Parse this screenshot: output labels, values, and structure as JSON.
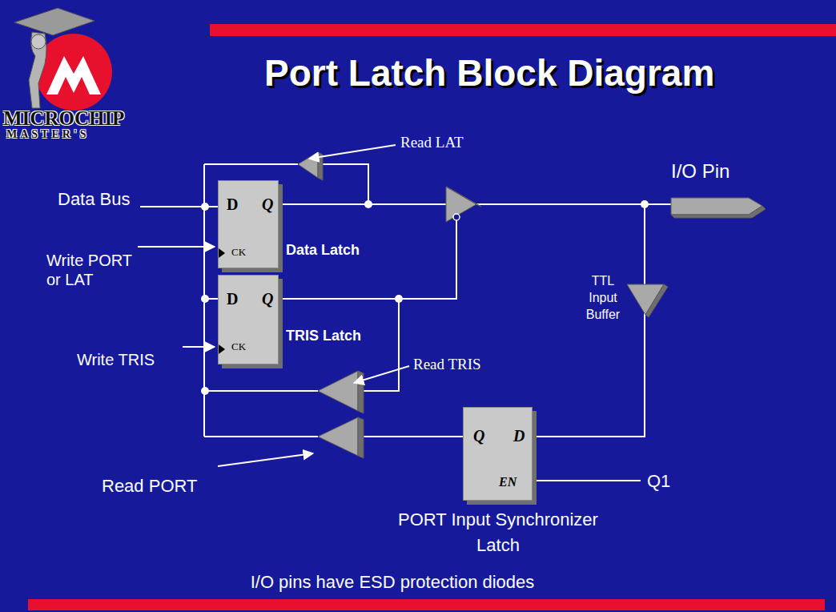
{
  "diagram": {
    "title": "Port Latch Block Diagram",
    "caption": "I/O pins have ESD protection diodes",
    "nodes": [
      {
        "text": [
          "D",
          "Q",
          "CK",
          "Data Latch"
        ]
      },
      {
        "text": [
          "D",
          "Q",
          "CK",
          "TRIS Latch"
        ]
      },
      {
        "text": [
          "Q",
          "D",
          "EN",
          "PORT Input Synchronizer Latch"
        ]
      }
    ],
    "labels": [
      "MICROCHIP",
      "MASTER'S",
      "Read LAT",
      "Data Bus",
      "I/O Pin",
      "Write PORT or LAT",
      "Write TRIS",
      "TTL Input Buffer",
      "Read TRIS",
      "Read PORT",
      "Q1"
    ]
  }
}
